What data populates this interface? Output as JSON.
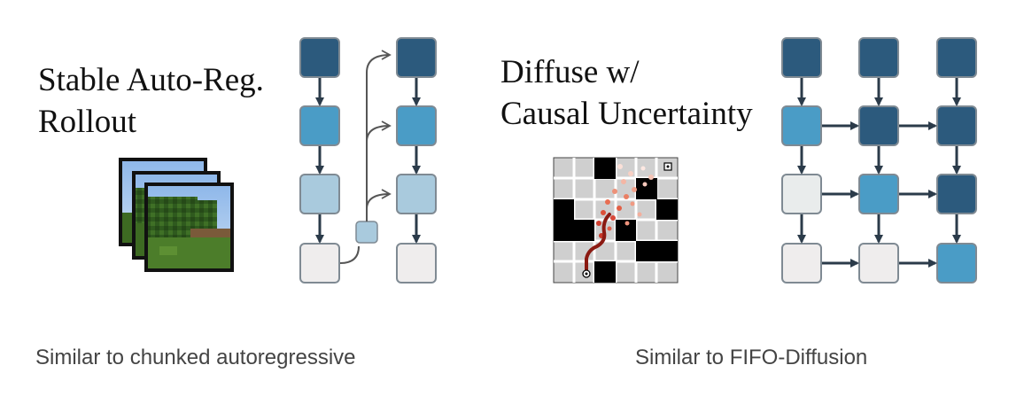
{
  "left_panel": {
    "title_line1": "Stable Auto-Reg.",
    "title_line2": "Rollout",
    "caption": "Similar to chunked autoregressive"
  },
  "right_panel": {
    "title_line1": "Diffuse w/",
    "title_line2": "Causal Uncertainty",
    "caption": "Similar to FIFO-Diffusion"
  },
  "colors": {
    "noise_dark": "#2c5a7d",
    "noise_mid": "#4a9cc6",
    "noise_light": "#a9cadd",
    "noise_clean": "#efeded",
    "node_border": "#7f8a93",
    "arrow": "#2b3b4a",
    "curve": "#555555"
  }
}
